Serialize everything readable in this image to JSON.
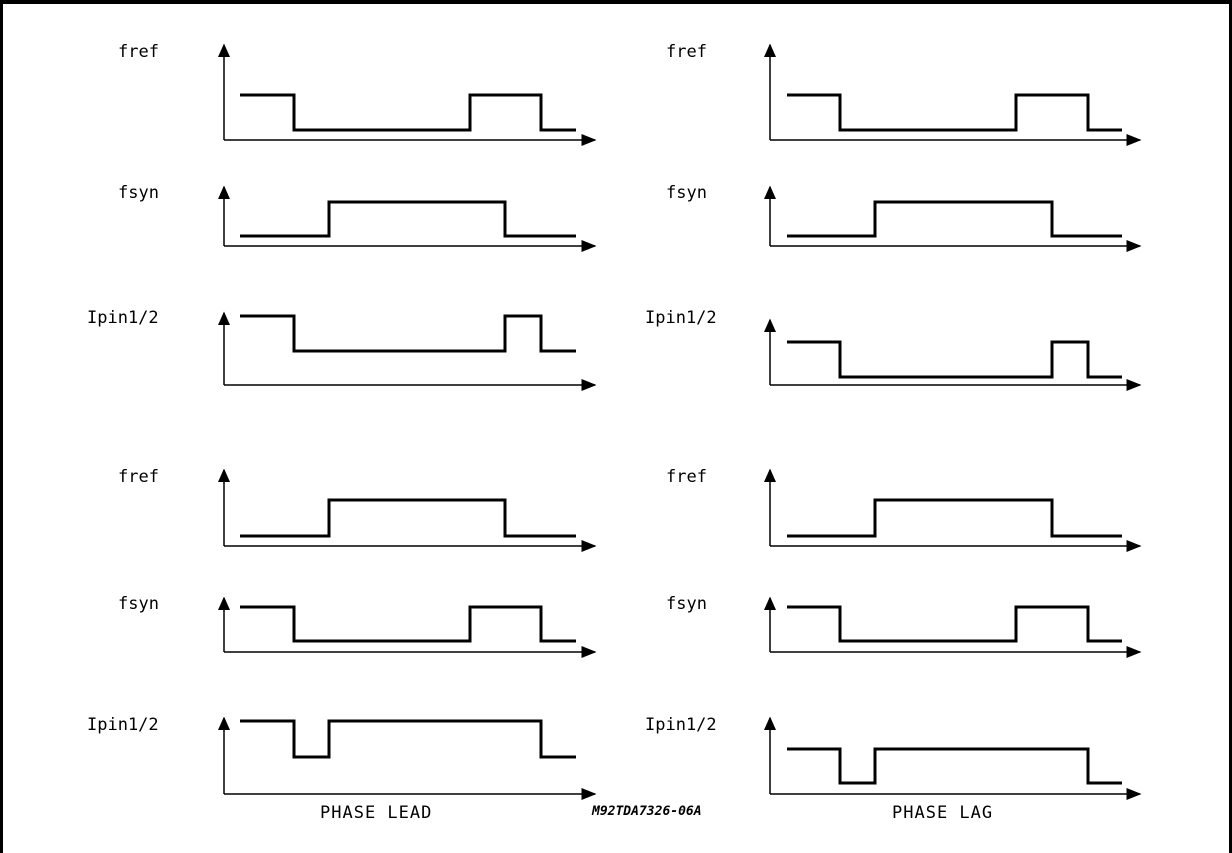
{
  "caption_left": "PHASE LEAD",
  "caption_right": "PHASE LAG",
  "figure_code": "M92TDA7326-06A",
  "panels": [
    {
      "label": "fref",
      "levels": [
        1,
        0,
        1,
        0
      ]
    },
    {
      "label": "fsyn",
      "levels": [
        0,
        1,
        0
      ]
    },
    {
      "label": "Ipin1/2",
      "levels": [
        1,
        0,
        1,
        0
      ]
    },
    {
      "label": "fref",
      "levels": [
        1,
        0,
        1,
        0
      ]
    },
    {
      "label": "fsyn",
      "levels": [
        0,
        1,
        0
      ]
    },
    {
      "label": "Ipin1/2",
      "levels": [
        1,
        0,
        1,
        0
      ]
    },
    {
      "label": "fref",
      "levels": [
        0,
        1,
        0
      ]
    },
    {
      "label": "fsyn",
      "levels": [
        1,
        0,
        1,
        0
      ]
    },
    {
      "label": "Ipin1/2",
      "levels": [
        1,
        0,
        1,
        0
      ]
    },
    {
      "label": "fref",
      "levels": [
        0,
        1,
        0
      ]
    },
    {
      "label": "fsyn",
      "levels": [
        1,
        0,
        1,
        0
      ]
    },
    {
      "label": "Ipin1/2",
      "levels": [
        1,
        0,
        1,
        0
      ]
    }
  ]
}
